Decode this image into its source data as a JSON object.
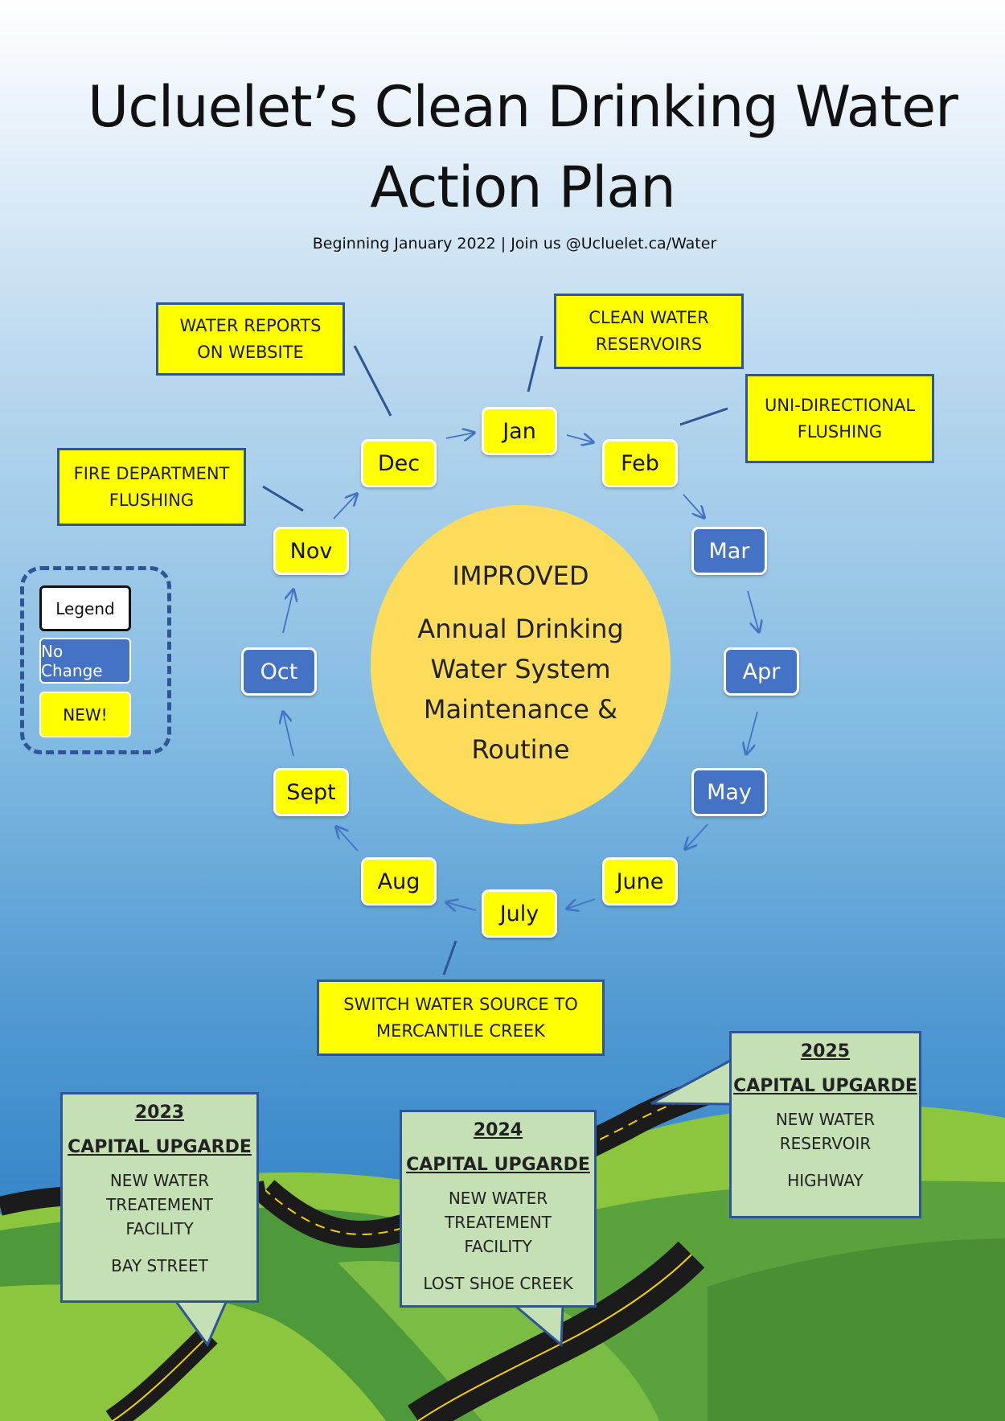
{
  "header": {
    "title_line1": "Ucluelet’s Clean Drinking Water",
    "title_line2": "Action Plan",
    "subtitle": "Beginning January 2022 | Join us @Ucluelet.ca/Water"
  },
  "center": {
    "heading": "IMPROVED",
    "body": "Annual Drinking Water System Maintenance & Routine"
  },
  "months": [
    {
      "label": "Jan",
      "status": "new"
    },
    {
      "label": "Feb",
      "status": "new"
    },
    {
      "label": "Mar",
      "status": "no-change"
    },
    {
      "label": "Apr",
      "status": "no-change"
    },
    {
      "label": "May",
      "status": "no-change"
    },
    {
      "label": "June",
      "status": "new"
    },
    {
      "label": "July",
      "status": "new"
    },
    {
      "label": "Aug",
      "status": "new"
    },
    {
      "label": "Sept",
      "status": "new"
    },
    {
      "label": "Oct",
      "status": "no-change"
    },
    {
      "label": "Nov",
      "status": "new"
    },
    {
      "label": "Dec",
      "status": "new"
    }
  ],
  "callouts": {
    "water_reports": {
      "line1": "WATER REPORTS",
      "line2": "ON WEBSITE"
    },
    "clean_reservoirs": {
      "line1": "CLEAN WATER",
      "line2": "RESERVOIRS"
    },
    "uni_flushing": {
      "line1": "UNI-DIRECTIONAL",
      "line2": "FLUSHING"
    },
    "fire_flushing": {
      "line1": "FIRE DEPARTMENT",
      "line2": "FLUSHING"
    },
    "switch_source": {
      "line1": "SWITCH WATER SOURCE TO",
      "line2": "MERCANTILE CREEK"
    }
  },
  "legend": {
    "title": "Legend",
    "no_change": "No Change",
    "new": "NEW!"
  },
  "upgrades": {
    "y2023": {
      "year": "2023",
      "heading": "CAPITAL UPGARDE",
      "l1": "NEW WATER",
      "l2": "TREATEMENT",
      "l3": "FACILITY",
      "l4": "BAY STREET"
    },
    "y2024": {
      "year": "2024",
      "heading": "CAPITAL UPGARDE",
      "l1": "NEW WATER",
      "l2": "TREATEMENT",
      "l3": "FACILITY",
      "l4": "LOST SHOE CREEK"
    },
    "y2025": {
      "year": "2025",
      "heading": "CAPITAL UPGARDE",
      "l1": "NEW WATER",
      "l2": "RESERVOIR",
      "l3": "HIGHWAY"
    }
  },
  "colors": {
    "new": "#ffff00",
    "no_change": "#4472c4",
    "center": "#fddc5c",
    "border": "#2f5597",
    "upgrade_box": "#c5e0b4"
  }
}
